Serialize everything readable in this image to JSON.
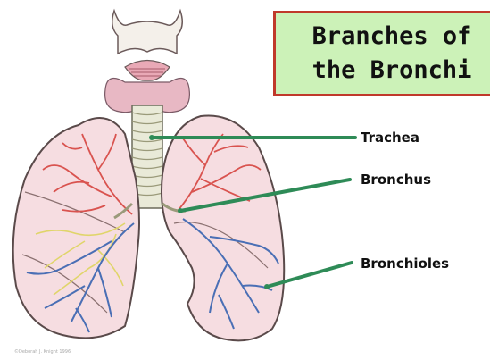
{
  "title": {
    "line1": "Branches of",
    "line2": "the Bronchi"
  },
  "labels": {
    "trachea": "Trachea",
    "bronchus": "Bronchus",
    "bronchioles": "Bronchioles"
  },
  "credit": "©Deborah J. Knight 1996",
  "colors": {
    "title_fill": "#ccf2b8",
    "title_border": "#c0392b",
    "leader_line": "#2e8b57",
    "lung_fill": "#f6dde1",
    "lung_outline": "#5a4a4a",
    "artery": "#d9534f",
    "vein": "#4a6fb5",
    "lymph": "#e0d56a",
    "thyroid": "#e8b8c4"
  }
}
